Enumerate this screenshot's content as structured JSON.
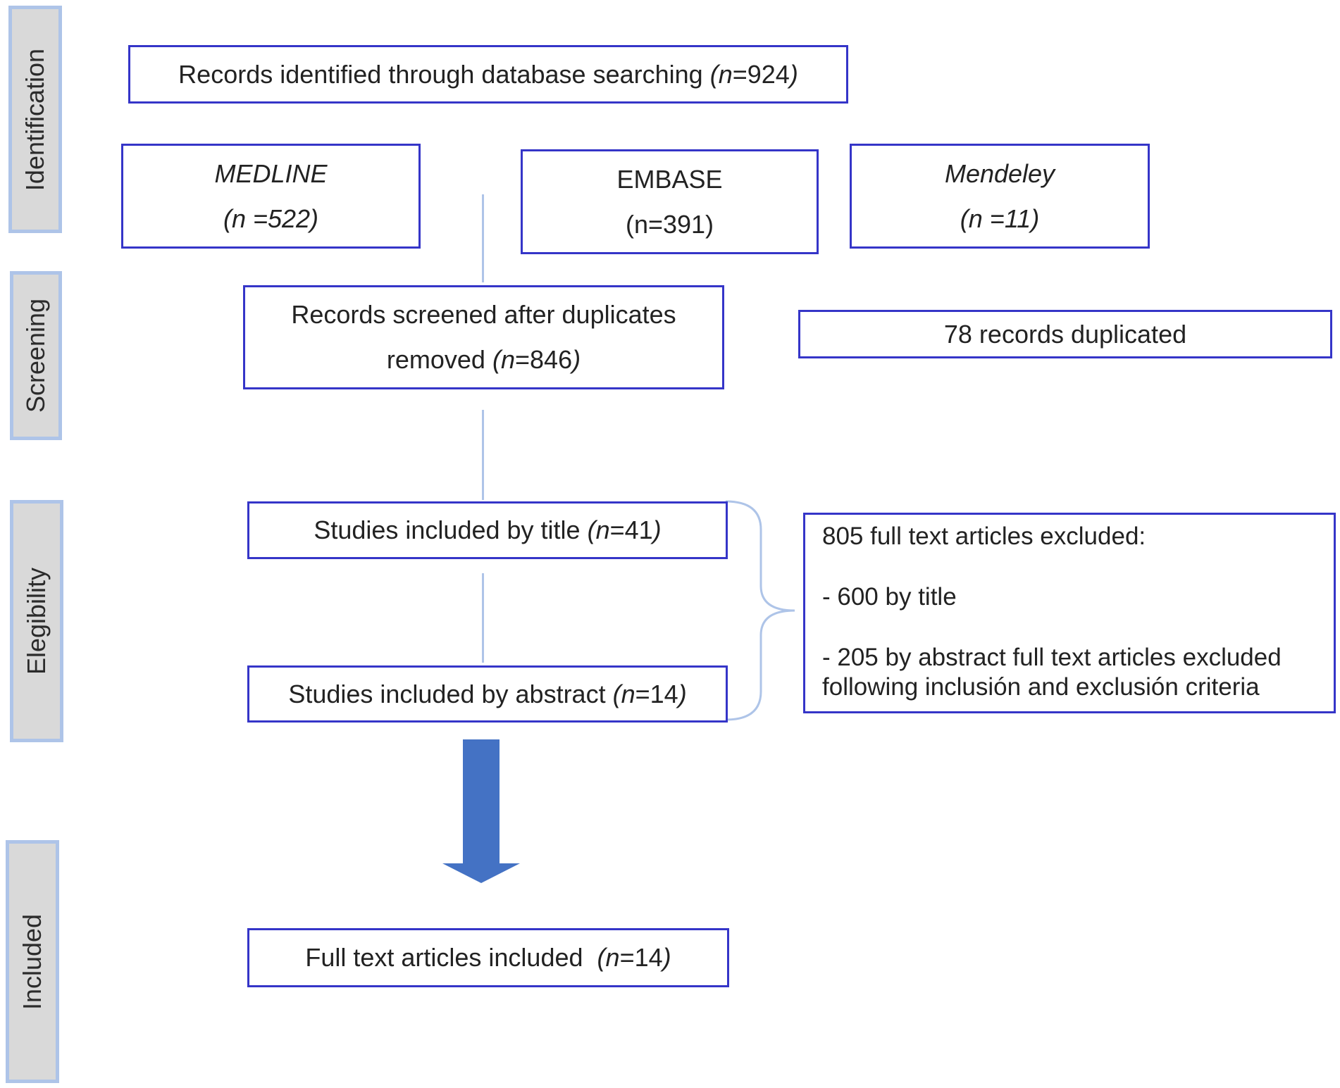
{
  "stages": [
    {
      "id": "identification",
      "label": "Identification"
    },
    {
      "id": "screening",
      "label": "Screening"
    },
    {
      "id": "elegibility",
      "label": "Elegibility"
    },
    {
      "id": "included",
      "label": "Included"
    }
  ],
  "identification": {
    "total": {
      "text": "Records identified through database searching",
      "n_open": "(",
      "n_var": "n",
      "n_val": "=924",
      "n_close": ")"
    },
    "medline": {
      "name": "MEDLINE",
      "count": "(n =522)"
    },
    "embase": {
      "name": "EMBASE",
      "count": "(n=391)"
    },
    "mendeley": {
      "name": "Mendeley",
      "count": "(n =11)"
    }
  },
  "screening": {
    "screened": {
      "line1": "Records screened after duplicates",
      "line2_prefix": "removed ",
      "n_open": "(",
      "n_var": "n",
      "n_val": "=846",
      "n_close": ")"
    },
    "duplicated": {
      "text": "78 records duplicated"
    }
  },
  "elegibility": {
    "by_title": {
      "text": "Studies included by title ",
      "n_open": "(",
      "n_var": "n",
      "n_val": "=41",
      "n_close": ")"
    },
    "by_abstract": {
      "text": "Studies included by abstract ",
      "n_open": "(",
      "n_var": "n",
      "n_val": "=14",
      "n_close": ")"
    },
    "excluded": {
      "heading": "805 full text articles excluded:",
      "item1": "- 600 by title",
      "item2_line1": "- 205 by abstract full text articles  excluded",
      "item2_line2": "following inclusión and exclusión criteria"
    }
  },
  "included": {
    "full_text": {
      "text": "Full text articles included  ",
      "n_open": "(",
      "n_var": "n",
      "n_val": "=14",
      "n_close": ")"
    }
  },
  "colors": {
    "box_border": "#3535c8",
    "connector": "#aec4e8",
    "arrow": "#4472c4",
    "stage_fill": "#d9d9d9",
    "stage_border": "#aec4e8"
  }
}
